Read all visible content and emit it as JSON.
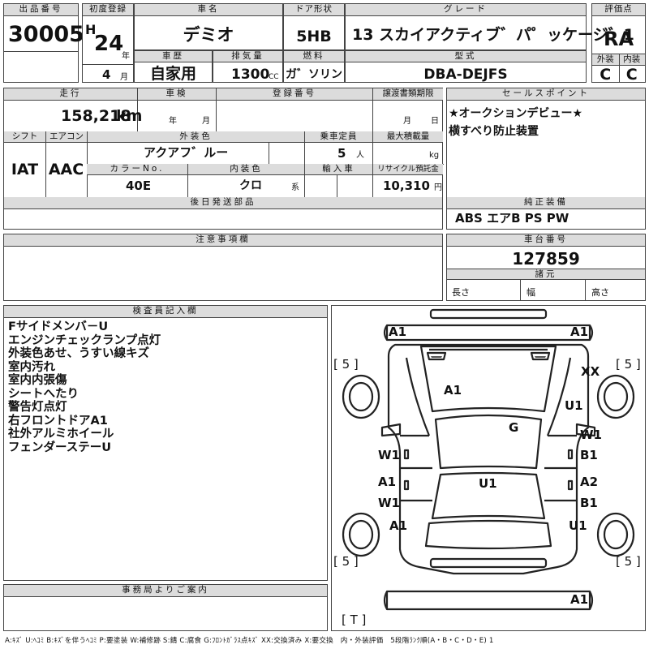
{
  "header": {
    "lot_label": "出品番号",
    "lot_value": "30005",
    "first_reg_label": "初度登録",
    "era": "H",
    "year": "24",
    "year_unit": "年",
    "month": "4",
    "month_unit": "月",
    "car_name_label": "車名",
    "car_name": "デミオ",
    "door_label": "ドア形状",
    "door": "5HB",
    "grade_label": "グレード",
    "grade": "13 スカイアクティブ゛パ゜ッケージ゛1",
    "score_label": "評価点",
    "score": "RA",
    "history_label": "車歴",
    "history": "自家用",
    "displacement_label": "排気量",
    "displacement": "1300",
    "displacement_unit": "CC",
    "fuel_label": "燃料",
    "fuel": "ガ゛ソリン",
    "model_label": "型式",
    "model": "DBA-DEJFS",
    "ext_label": "外装",
    "ext_grade": "C",
    "int_label": "内装",
    "int_grade": "C"
  },
  "details": {
    "mileage_label": "走行",
    "mileage": "158,218",
    "mileage_unit": "km",
    "inspection_label": "車検",
    "insp_year_unit": "年",
    "insp_month_unit": "月",
    "regno_label": "登録番号",
    "transfer_label": "譲渡書類期限",
    "transfer_month_unit": "月",
    "transfer_day_unit": "日",
    "shift_label": "シフト",
    "shift": "IAT",
    "ac_label": "エアコン",
    "ac": "AAC",
    "exterior_color_label": "外装色",
    "exterior_color": "アクアフ゛ルー",
    "capacity_label": "乗車定員",
    "capacity": "5",
    "capacity_unit": "人",
    "load_label": "最大積載量",
    "load_unit": "kg",
    "color_no_label": "カラーNo.",
    "color_no": "40E",
    "interior_color_label": "内装色",
    "interior_color": "クロ",
    "interior_suffix": "系",
    "import_label": "輸入車",
    "recycle_label": "リサイクル預託金",
    "recycle": "10,310",
    "recycle_unit": "円",
    "later_parts_label": "後日発送部品"
  },
  "sales": {
    "label": "セールスポイント",
    "lines": [
      "★オークションデビュー★",
      "横すべり防止装置"
    ]
  },
  "equipment": {
    "label": "純正装備",
    "value": "ABS エアB PS PW"
  },
  "caution": {
    "label": "注意事項欄"
  },
  "chassis": {
    "label": "車台番号",
    "value": "127859",
    "dims_label": "諸元",
    "length_label": "長さ",
    "width_label": "幅",
    "height_label": "高さ"
  },
  "inspector": {
    "label": "検査員記入欄",
    "notes": [
      "Fサイドメンバ－U",
      "エンジンチェックランプ点灯",
      "外装色あせ、うすい線キズ",
      "室内汚れ",
      "室内内張傷",
      "シートへたり",
      "警告灯点灯",
      "右フロントドアA1",
      "社外アルミホイール",
      "フェンダーステーU"
    ]
  },
  "office": {
    "label": "事務局よりご案内"
  },
  "diagram": {
    "marks": [
      "A1",
      "A1",
      "[ 5 ]",
      "[ 5 ]",
      "XX",
      "A1",
      "U1",
      "G",
      "W1",
      "W1",
      "B1",
      "A1",
      "A2",
      "W1",
      "B1",
      "U1",
      "A1",
      "U1",
      "[ 5 ]",
      "[ 5 ]",
      "A1",
      "[ T ]"
    ]
  },
  "legend": "A:ｷｽﾞ U:ﾍｺﾐ B:ｷｽﾞを伴うﾍｺﾐ P:要塗装 W:補修跡 S:錆 C:腐食 G:ﾌﾛﾝﾄｶﾞﾗｽ点ｷｽﾞ XX:交換済み X:要交換　内・外装評価　5段階ﾗﾝｸ順(A・B・C・D・E) 1"
}
